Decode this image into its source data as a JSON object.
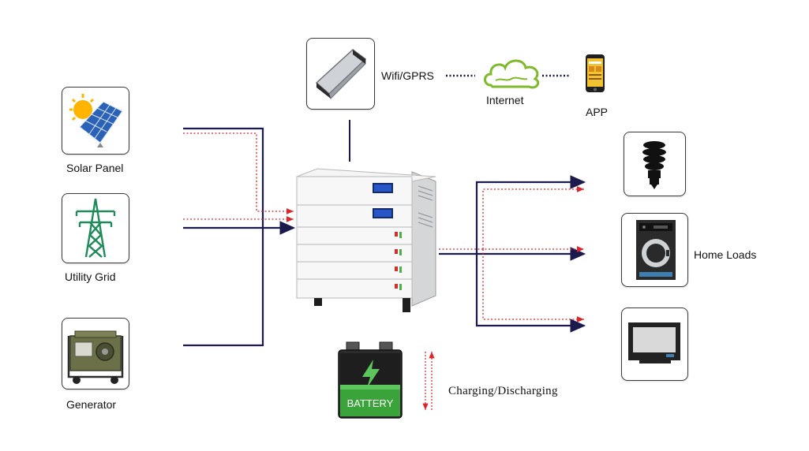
{
  "sources": {
    "solar": {
      "label": "Solar Panel",
      "icon": "solar-panel-icon"
    },
    "grid": {
      "label": "Utility Grid",
      "icon": "power-tower-icon"
    },
    "generator": {
      "label": "Generator",
      "icon": "generator-icon"
    }
  },
  "monitoring": {
    "module_icon": "wifi-dongle-icon",
    "link_label": "Wifi/GPRS",
    "cloud_label": "Internet",
    "app_label": "APP"
  },
  "storage": {
    "battery_text": "BATTERY",
    "status_label": "Charging/Discharging"
  },
  "loads": {
    "label": "Home Loads",
    "items": [
      "light-bulb-icon",
      "washing-machine-icon",
      "tv-monitor-icon"
    ]
  },
  "colors": {
    "power_line": "#1b1a4d",
    "signal_line": "#e0242b",
    "cloud": "#7fba2a",
    "battery_green": "#3aa33a"
  }
}
